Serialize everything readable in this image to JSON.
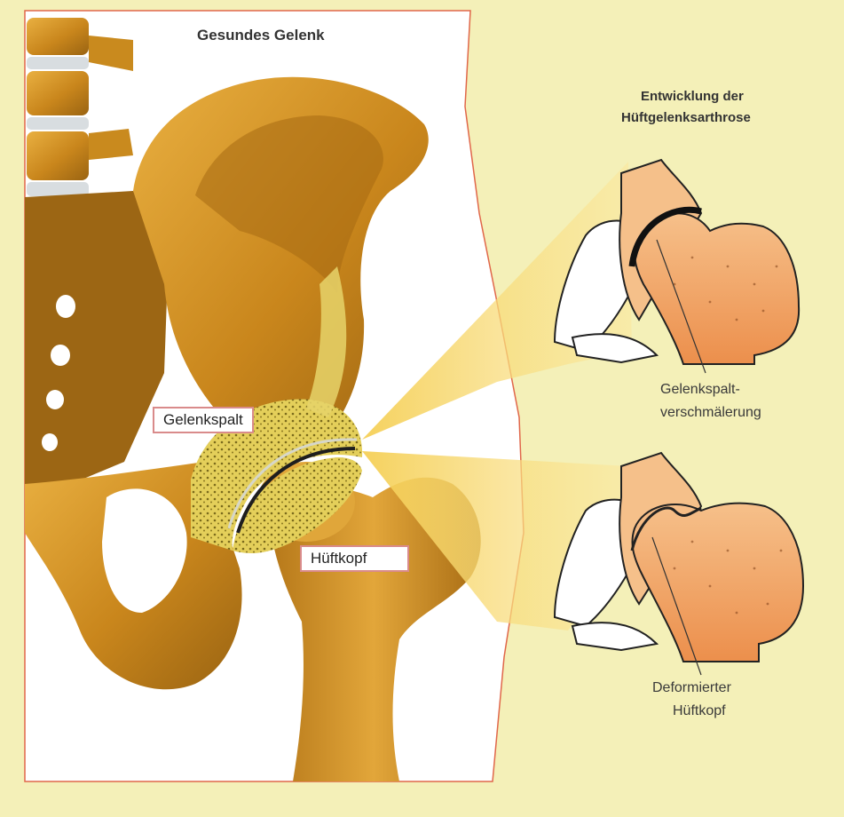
{
  "healthy_joint": {
    "title": "Gesundes Gelenk",
    "label_joint_space": "Gelenkspalt",
    "label_femoral_head": "Hüftkopf"
  },
  "development": {
    "title_line1": "Entwicklung der",
    "title_line2": "Hüftgelenksarthrose",
    "stage1_label_line1": "Gelenkspalt-",
    "stage1_label_line2": "verschmälerung",
    "stage2_label_line1": "Deformierter",
    "stage2_label_line2": "Hüftkopf"
  },
  "colors": {
    "background": "#f4f0b8",
    "panel": "#ffffff",
    "bone": "#c98a1e",
    "bone_light": "#e7ac3a",
    "bone_dark": "#8a5a10",
    "cartilage": "#e6d36a",
    "detail_bone": "#f0a86a",
    "beam": "#f7d56a",
    "label_border": "#d98b8b"
  }
}
